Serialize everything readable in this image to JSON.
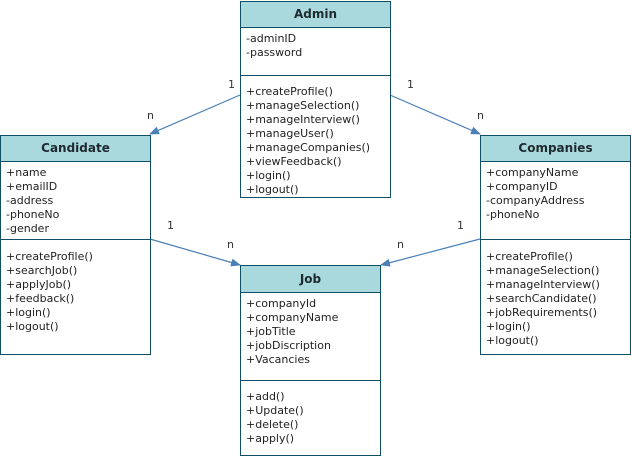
{
  "colors": {
    "header_fill": "#a9d9dc",
    "border": "#0f4f66",
    "connector": "#4a7fb8"
  },
  "classes": {
    "admin": {
      "name": "Admin",
      "attributes": [
        "-adminID",
        "-password"
      ],
      "methods": [
        "+createProfile()",
        "+manageSelection()",
        "+manageInterview()",
        "+manageUser()",
        "+manageCompanies()",
        "+viewFeedback()",
        "+login()",
        "+logout()"
      ]
    },
    "candidate": {
      "name": "Candidate",
      "attributes": [
        "+name",
        "+emailID",
        "-address",
        "-phoneNo",
        "-gender"
      ],
      "methods": [
        "+createProfile()",
        "+searchJob()",
        "+applyJob()",
        "+feedback()",
        "+login()",
        "+logout()"
      ]
    },
    "companies": {
      "name": "Companies",
      "attributes": [
        "+companyName",
        "+companyID",
        "-companyAddress",
        "-phoneNo"
      ],
      "methods": [
        "+createProfile()",
        "+manageSelection()",
        "+manageInterview()",
        "+searchCandidate()",
        "+jobRequirements()",
        "+login()",
        "+logout()"
      ]
    },
    "job": {
      "name": "Job",
      "attributes": [
        "+companyId",
        "+companyName",
        "+jobTitle",
        "+jobDiscription",
        "+Vacancies"
      ],
      "methods": [
        "+add()",
        "+Update()",
        "+delete()",
        "+apply()"
      ]
    }
  },
  "associations": {
    "admin_candidate": {
      "source": "1",
      "target": "n"
    },
    "admin_companies": {
      "source": "1",
      "target": "n"
    },
    "candidate_job": {
      "source": "1",
      "target": "n"
    },
    "companies_job": {
      "source": "1",
      "target": "n"
    }
  }
}
